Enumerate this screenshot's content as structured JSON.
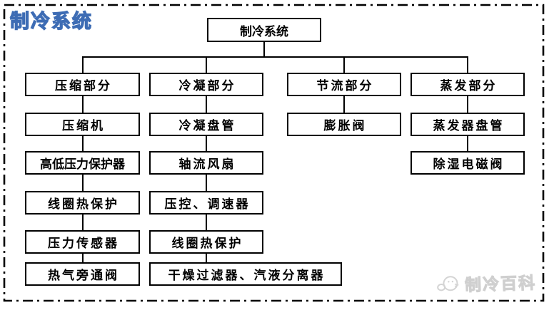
{
  "header": {
    "title": "制冷系统"
  },
  "diagram": {
    "root": "制冷系统",
    "columns": [
      {
        "section": "压缩部分",
        "items": [
          "压缩机",
          "高低压力保护器",
          "线圈热保护",
          "压力传感器",
          "热气旁通阀"
        ]
      },
      {
        "section": "冷凝部分",
        "items": [
          "冷凝盘管",
          "轴流风扇",
          "压控、调速器",
          "线圈热保护",
          "干燥过滤器、汽液分离器"
        ]
      },
      {
        "section": "节流部分",
        "items": [
          "膨胀阀"
        ]
      },
      {
        "section": "蒸发部分",
        "items": [
          "蒸发器盘管",
          "除湿电磁阀"
        ]
      }
    ]
  },
  "watermark": {
    "brand": "制冷百科"
  },
  "colors": {
    "title_blue": "#3d6cb4",
    "box_border": "#000000",
    "connector": "#000000",
    "watermark_gray": "#d6d6d6"
  }
}
